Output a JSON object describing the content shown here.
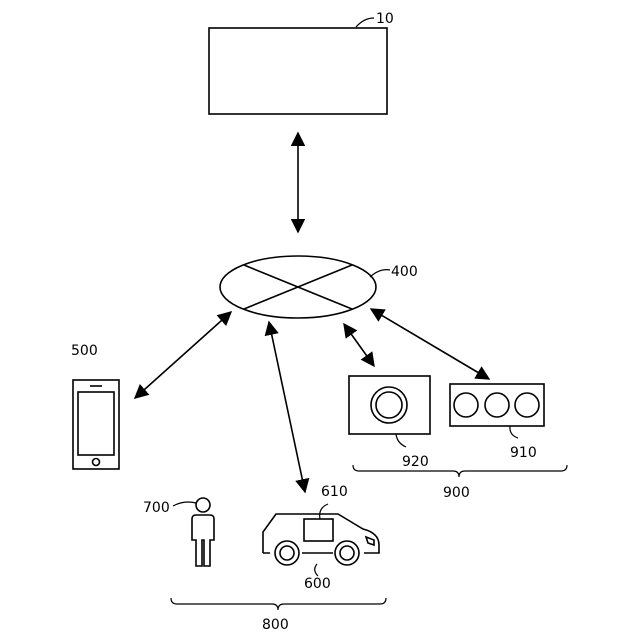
{
  "labels": {
    "server": "10",
    "network": "400",
    "phone": "500",
    "person": "700",
    "vehicle": "600",
    "vehicle_unit": "610",
    "group_person_vehicle": "800",
    "camera": "920",
    "traffic_light": "910",
    "group_infrastructure": "900"
  },
  "colors": {
    "stroke": "#000000",
    "background": "#ffffff"
  }
}
